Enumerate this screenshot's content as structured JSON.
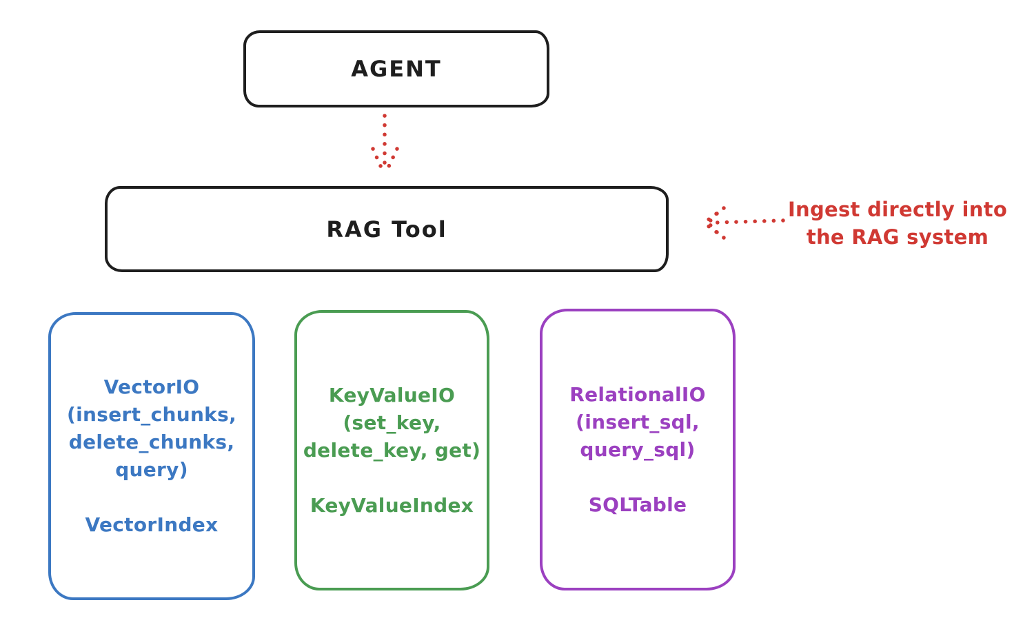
{
  "colors": {
    "ink": "#1e1e1e",
    "blue": "#3c78c2",
    "green": "#4a9c52",
    "purple": "#9b40c0",
    "red": "#d03933",
    "background": "#ffffff"
  },
  "nodes": {
    "agent": {
      "label": "AGENT"
    },
    "rag_tool": {
      "label": "RAG Tool"
    },
    "vector_io": {
      "method_lines": [
        "VectorIO",
        "(insert_chunks,",
        "delete_chunks,",
        "query)"
      ],
      "index_label": "VectorIndex",
      "accent": "#3c78c2"
    },
    "key_value_io": {
      "method_lines": [
        "KeyValueIO",
        "(set_key,",
        "delete_key, get)"
      ],
      "index_label": "KeyValueIndex",
      "accent": "#4a9c52"
    },
    "relational_io": {
      "method_lines": [
        "RelationalIO",
        "(insert_sql,",
        "query_sql)"
      ],
      "index_label": "SQLTable",
      "accent": "#9b40c0"
    }
  },
  "annotation": {
    "lines": [
      "Ingest directly into",
      "the RAG system"
    ],
    "color": "#d03933"
  },
  "arrows": [
    {
      "name": "agent-to-rag",
      "style": "dotted",
      "color": "#d03933",
      "direction": "down"
    },
    {
      "name": "annotation-to-rag",
      "style": "dotted",
      "color": "#d03933",
      "direction": "left"
    }
  ]
}
